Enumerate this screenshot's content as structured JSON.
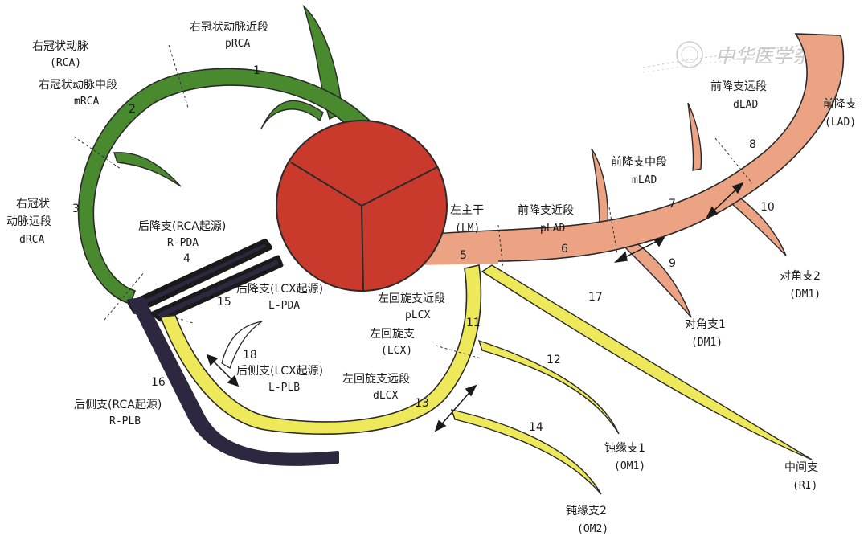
{
  "colors": {
    "rca": "#4a8a2e",
    "lad": "#eba384",
    "lcx": "#ede95a",
    "pda": "#2e2740",
    "aorta": "#c93a2c",
    "outline": "#2a2a2a"
  },
  "watermark": {
    "text": "中华医学杂志"
  },
  "segments": {
    "s1": "1",
    "s2": "2",
    "s3": "3",
    "s4": "4",
    "s5": "5",
    "s6": "6",
    "s7": "7",
    "s8": "8",
    "s9": "9",
    "s10": "10",
    "s11": "11",
    "s12": "12",
    "s13": "13",
    "s14": "14",
    "s15": "15",
    "s16": "16",
    "s17": "17",
    "s18": "18"
  },
  "labels": {
    "rca": {
      "cn": "右冠状动脉",
      "en": "(RCA)"
    },
    "prca": {
      "cn": "右冠状动脉近段",
      "en": "pRCA"
    },
    "mrca": {
      "cn": "右冠状动脉中段",
      "en": "mRCA"
    },
    "drca": {
      "cn1": "右冠状",
      "cn2": "动脉远段",
      "en": "dRCA"
    },
    "rpda": {
      "cn": "后降支(RCA起源)",
      "en": "R-PDA"
    },
    "lpda": {
      "cn": "后降支(LCX起源)",
      "en": "L-PDA"
    },
    "lplb": {
      "cn": "后侧支(LCX起源)",
      "en": "L-PLB"
    },
    "rplb": {
      "cn": "后侧支(RCA起源)",
      "en": "R-PLB"
    },
    "lm": {
      "cn": "左主干",
      "en": "(LM)"
    },
    "plad": {
      "cn": "前降支近段",
      "en": "pLAD"
    },
    "mlad": {
      "cn": "前降支中段",
      "en": "mLAD"
    },
    "dlad": {
      "cn": "前降支远段",
      "en": "dLAD"
    },
    "lad": {
      "cn": "前降支",
      "en": "(LAD)"
    },
    "dm1": {
      "cn": "对角支1",
      "en": "(DM1)"
    },
    "dm2": {
      "cn": "对角支2",
      "en": "(DM1)"
    },
    "plcx": {
      "cn": "左回旋支近段",
      "en": "pLCX"
    },
    "lcx": {
      "cn": "左回旋支",
      "en": "(LCX)"
    },
    "dlcx": {
      "cn": "左回旋支远段",
      "en": "dLCX"
    },
    "om1": {
      "cn": "钝缘支1",
      "en": "(OM1)"
    },
    "om2": {
      "cn": "钝缘支2",
      "en": "(OM2)"
    },
    "ri": {
      "cn": "中间支",
      "en": "(RI)"
    }
  }
}
